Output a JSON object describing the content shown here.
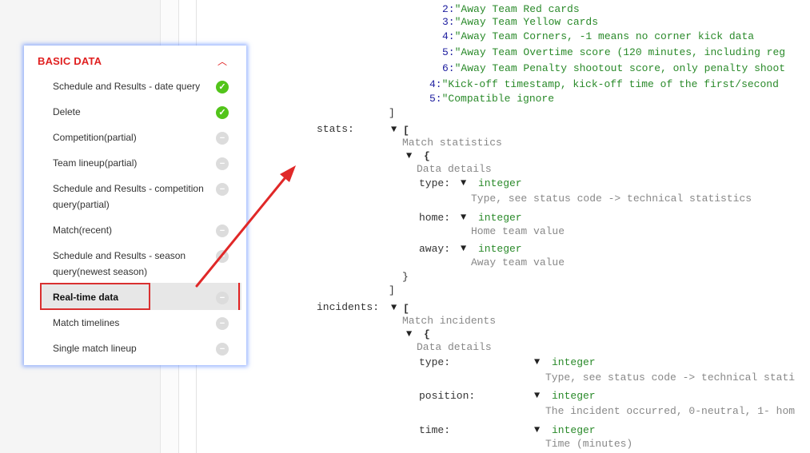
{
  "sidebar": {
    "section_title": "BASIC DATA",
    "items": [
      {
        "label": "Schedule and Results - date query",
        "status": "done"
      },
      {
        "label": "Delete",
        "status": "done"
      },
      {
        "label": "Competition(partial)",
        "status": "disabled"
      },
      {
        "label": "Team lineup(partial)",
        "status": "disabled"
      },
      {
        "label": "Schedule and Results - competition query(partial)",
        "status": "disabled"
      },
      {
        "label": "Match(recent)",
        "status": "disabled"
      },
      {
        "label": "Schedule and Results - season query(newest season)",
        "status": "disabled"
      },
      {
        "label": "Real-time data",
        "status": "disabled",
        "active": true
      },
      {
        "label": "Match timelines",
        "status": "disabled"
      },
      {
        "label": "Single match lineup",
        "status": "disabled"
      }
    ]
  },
  "doc": {
    "list_lines": [
      {
        "num": "2:",
        "text": "\"Away Team Red cards"
      },
      {
        "num": "3:",
        "text": "\"Away Team Yellow cards"
      },
      {
        "num": "4:",
        "text": "\"Away Team Corners, -1 means no corner kick data"
      },
      {
        "num": "5:",
        "text": "\"Away Team Overtime score (120 minutes, including reg"
      },
      {
        "num": "6:",
        "text": "\"Away Team Penalty shootout score, only penalty shoot"
      }
    ],
    "outer_lines": [
      {
        "num": "4:",
        "text": "\"Kick-off timestamp, kick-off time of the first/second"
      },
      {
        "num": "5:",
        "text": "\"Compatible ignore"
      }
    ],
    "close_bracket": "]",
    "stats": {
      "key": "stats:",
      "open": "[",
      "desc": "Match statistics",
      "obj_open": "{",
      "obj_desc": "Data details",
      "fields": [
        {
          "key": "type:",
          "type": "integer",
          "desc": "Type, see status code -> technical statistics"
        },
        {
          "key": "home:",
          "type": "integer",
          "desc": "Home team value"
        },
        {
          "key": "away:",
          "type": "integer",
          "desc": "Away team value"
        }
      ],
      "obj_close": "}",
      "close": "]"
    },
    "incidents": {
      "key": "incidents:",
      "open": "[",
      "desc": "Match incidents",
      "obj_open": "{",
      "obj_desc": "Data details",
      "fields": [
        {
          "key": "type:",
          "type": "integer",
          "desc": "Type, see status code -> technical stati"
        },
        {
          "key": "position:",
          "type": "integer",
          "desc": "The incident occurred, 0-neutral, 1- hom"
        },
        {
          "key": "time:",
          "type": "integer",
          "desc": "Time (minutes)"
        }
      ]
    },
    "toggle_glyph": "▼"
  },
  "colors": {
    "accent": "#e02020",
    "ok": "#52c41a",
    "highlight": "#3a6bff"
  }
}
